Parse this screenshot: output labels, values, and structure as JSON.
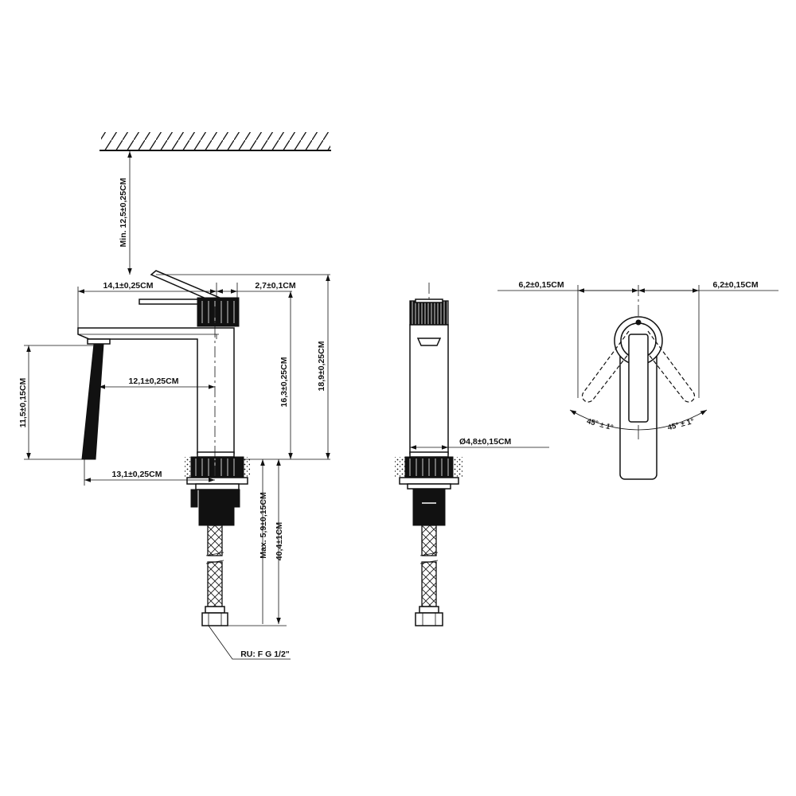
{
  "dimensions": {
    "min_clearance": "Min. 12,5±0,25CM",
    "spout_reach": "14,1±0,25CM",
    "handle_offset": "2,7±0,1CM",
    "spout_to_body": "12,1±0,25CM",
    "outlet_height": "11,5±0,15CM",
    "body_height": "16,3±0,25CM",
    "total_height": "18,9±0,25CM",
    "base_reach": "13,1±0,25CM",
    "max_deck": "Max. 5,9±0,15CM",
    "hose_length": "40,4±1CM",
    "body_diameter": "Ø4,8±0,15CM",
    "width_left": "6,2±0,15CM",
    "width_right": "6,2±0,15CM",
    "angle_left": "45° ± 1°",
    "angle_right": "45° ± 1°",
    "connection": "RU: F G 1/2\""
  }
}
